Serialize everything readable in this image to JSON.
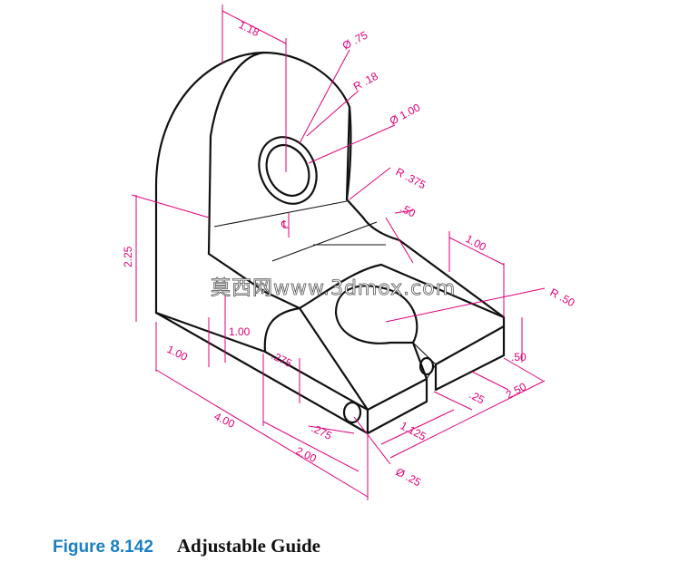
{
  "figure": {
    "label": "Figure 8.142",
    "title": "Adjustable Guide"
  },
  "watermark": "莫西网www.3dmox.com",
  "dimensions": {
    "d_118": "1.18",
    "d_dia75": "Ø .75",
    "d_r18": "R .18",
    "d_dia100": "Ø 1.00",
    "d_r375": "R .375",
    "d_50a": ".50",
    "d_100a": "1.00",
    "d_r50": "R .50",
    "d_225": "2.25",
    "d_100b": "1.00",
    "d_100c": "1.00",
    "d_275a": ".275",
    "d_50b": ".50",
    "d_25a": ".25",
    "d_250": "2.50",
    "d_1125": "1.125",
    "d_400": "4.00",
    "d_275b": ".275",
    "d_200": "2.00",
    "d_dia25": "Ø .25",
    "centerline": "℄"
  },
  "colors": {
    "dimension": "#e0007a",
    "caption_label": "#1a7fc4",
    "line": "#111111"
  }
}
